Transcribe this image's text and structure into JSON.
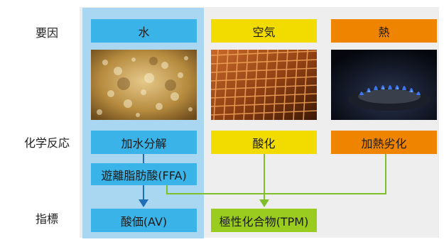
{
  "rows": {
    "factor": "要因",
    "reaction": "化学反応",
    "indicator": "指標"
  },
  "factors": {
    "water": "水",
    "air": "空気",
    "heat": "熱"
  },
  "reactions": {
    "hydrolysis": "加水分解",
    "oxidation": "酸化",
    "thermal": "加熱劣化"
  },
  "intermediate": {
    "ffa": "遊離脂肪酸(FFA)"
  },
  "indicators": {
    "av": "酸価(AV)",
    "tpm": "極性化合物(TPM)"
  },
  "colors": {
    "water": "#3ab4e8",
    "air": "#f2dc00",
    "heat": "#ef8400",
    "tpm": "#9acb1f",
    "blue_arrow": "#1e6fb8",
    "green_arrow": "#7fbf2a"
  },
  "photos": [
    "frying-oil-bubbles",
    "fryer-mesh-basket",
    "gas-burner-flame"
  ]
}
